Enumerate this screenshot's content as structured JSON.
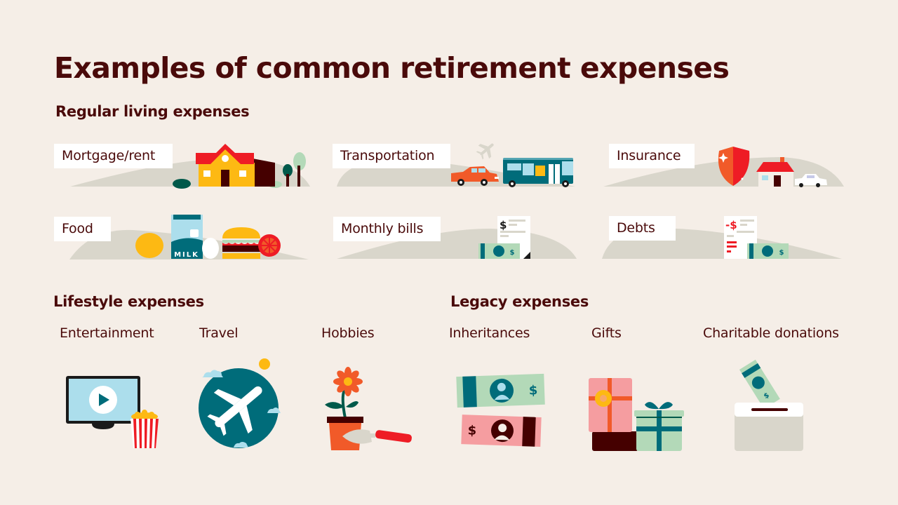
{
  "title": "Examples of common retirement expenses",
  "colors": {
    "background": "#f5eee7",
    "text": "#4a0a0a",
    "hill": "#d9d6cb",
    "teal": "#006c7a",
    "red": "#ee1c25",
    "orange": "#f15a29",
    "yellow": "#fdb913",
    "mint": "#b3d9b8",
    "pink": "#f59da0",
    "lightblue": "#acdeec",
    "darkgreen": "#00594a",
    "maroon": "#450000"
  },
  "sections": {
    "regular": {
      "heading": "Regular living expenses",
      "items": [
        {
          "label": "Mortgage/rent",
          "icon": "house-icon"
        },
        {
          "label": "Transportation",
          "icon": "car-bus-plane-icon"
        },
        {
          "label": "Insurance",
          "icon": "shield-house-car-icon"
        },
        {
          "label": "Food",
          "icon": "groceries-icon"
        },
        {
          "label": "Monthly bills",
          "icon": "bill-money-icon"
        },
        {
          "label": "Debts",
          "icon": "debt-bill-icon"
        }
      ]
    },
    "lifestyle": {
      "heading": "Lifestyle expenses",
      "items": [
        {
          "label": "Entertainment",
          "icon": "tv-popcorn-icon"
        },
        {
          "label": "Travel",
          "icon": "globe-airplane-icon"
        },
        {
          "label": "Hobbies",
          "icon": "flower-pot-trowel-icon"
        }
      ]
    },
    "legacy": {
      "heading": "Legacy expenses",
      "items": [
        {
          "label": "Inheritances",
          "icon": "banknotes-icon"
        },
        {
          "label": "Gifts",
          "icon": "gift-boxes-icon"
        },
        {
          "label": "Charitable donations",
          "icon": "donation-box-icon"
        }
      ]
    }
  },
  "glyphs": {
    "milk": "MILK",
    "dollar": "$",
    "minus_dollar": "-$"
  }
}
